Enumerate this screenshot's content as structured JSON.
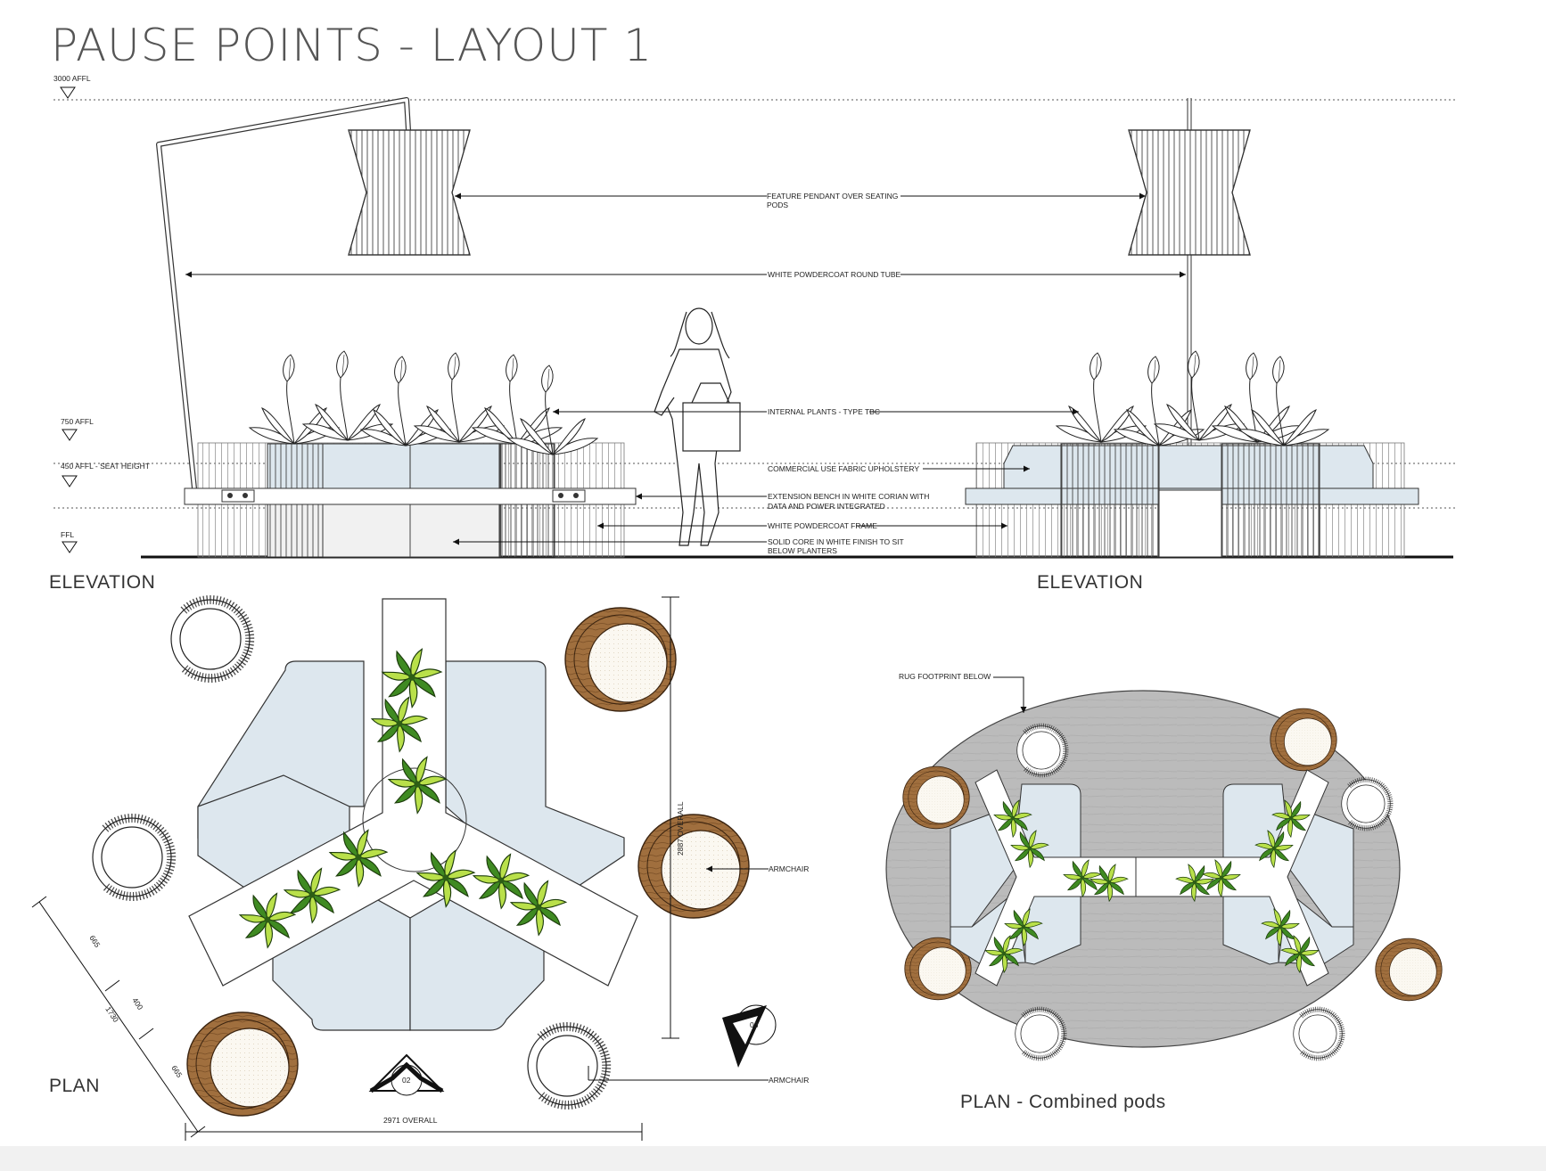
{
  "title": "PAUSE POINTS - LAYOUT 1",
  "levels": {
    "top": "3000 AFFL",
    "planter": "750 AFFL",
    "seat": "450 AFFL - SEAT HEIGHT",
    "floor": "FFL"
  },
  "callouts": {
    "pendant": [
      "FEATURE PENDANT  OVER SEATING",
      "PODS"
    ],
    "tube": "WHITE POWDERCOAT ROUND TUBE",
    "plants": "INTERNAL PLANTS - TYPE TBC",
    "upholstery": "COMMERCIAL USE FABRIC UPHOLSTERY",
    "bench": [
      "EXTENSION BENCH IN WHITE CORIAN WITH",
      "DATA AND POWER INTEGRATED"
    ],
    "frame": "WHITE POWDERCOAT FRAME",
    "core": [
      "SOLID CORE IN WHITE FINISH TO SIT",
      "BELOW PLANTERS"
    ],
    "armchair_1": "ARMCHAIR",
    "armchair_2": "ARMCHAIR",
    "rug": "RUG FOOTPRINT BELOW"
  },
  "labels": {
    "elevation_left": "ELEVATION",
    "elevation_right": "ELEVATION",
    "plan": "PLAN",
    "plan_combined": "PLAN - Combined pods"
  },
  "dimensions": {
    "overall_width": "2971 OVERALL",
    "overall_depth": "2887 OVERALL",
    "dim_a": "665",
    "dim_b": "400",
    "dim_c": "1730",
    "dim_d": "665"
  },
  "section_markers": {
    "marker_a": "02",
    "marker_b": "03"
  },
  "colors": {
    "upholstery": "#dde7ee",
    "leaf_light": "#b9e04a",
    "leaf_dark": "#3f8a22",
    "armchair_wood": "#9b6a3a",
    "rug": "#b9b9b9",
    "line": "#222222"
  }
}
